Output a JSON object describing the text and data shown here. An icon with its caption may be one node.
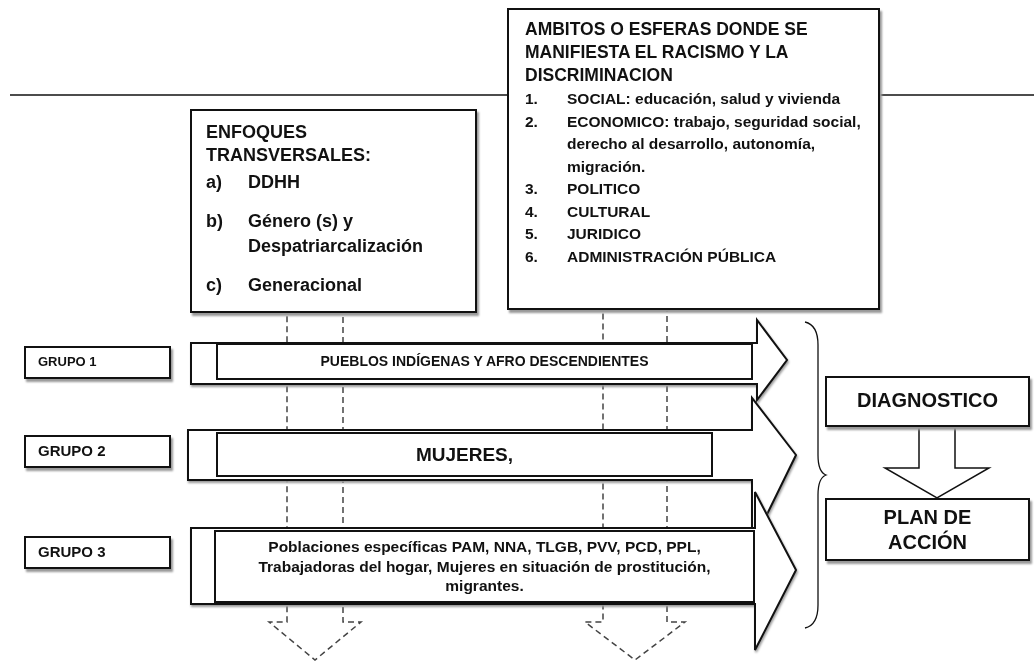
{
  "diagram": {
    "nodes": [
      {
        "text": [
          "ENFOQUES TRANSVERSALES:",
          "a) DDHH",
          "b) Género (s) y Despatriarcalización",
          "c) Generacional"
        ]
      },
      {
        "text": [
          "AMBITOS O ESFERAS DONDE SE MANIFIESTA EL RACISMO Y LA DISCRIMINACION",
          "1. SOCIAL: educación, salud y vivienda",
          "2. ECONOMICO: trabajo, seguridad social, derecho al desarrollo, autonomía, migración.",
          "3. POLITICO",
          "4. CULTURAL",
          "5. JURIDICO",
          "6. ADMINISTRACIÓN PÚBLICA"
        ]
      },
      {
        "text": [
          "GRUPO 1"
        ]
      },
      {
        "text": [
          "PUEBLOS INDÍGENAS Y AFRO DESCENDIENTES"
        ]
      },
      {
        "text": [
          "GRUPO 2"
        ]
      },
      {
        "text": [
          "MUJERES,"
        ]
      },
      {
        "text": [
          "GRUPO 3"
        ]
      },
      {
        "text": [
          "Poblaciones específicas PAM, NNA, TLGB, PVV, PCD, PPL, Trabajadoras del hogar, Mujeres en situación de prostitución, migrantes."
        ]
      },
      {
        "text": [
          "DIAGNOSTICO"
        ]
      },
      {
        "text": [
          "PLAN DE ACCIÓN"
        ]
      }
    ],
    "edges": [
      {
        "from": 0,
        "to": null,
        "arrow": "to",
        "style": "dashed"
      },
      {
        "from": 1,
        "to": null,
        "arrow": "to",
        "style": "dashed"
      },
      {
        "from": 8,
        "to": 9,
        "arrow": "to"
      }
    ]
  }
}
